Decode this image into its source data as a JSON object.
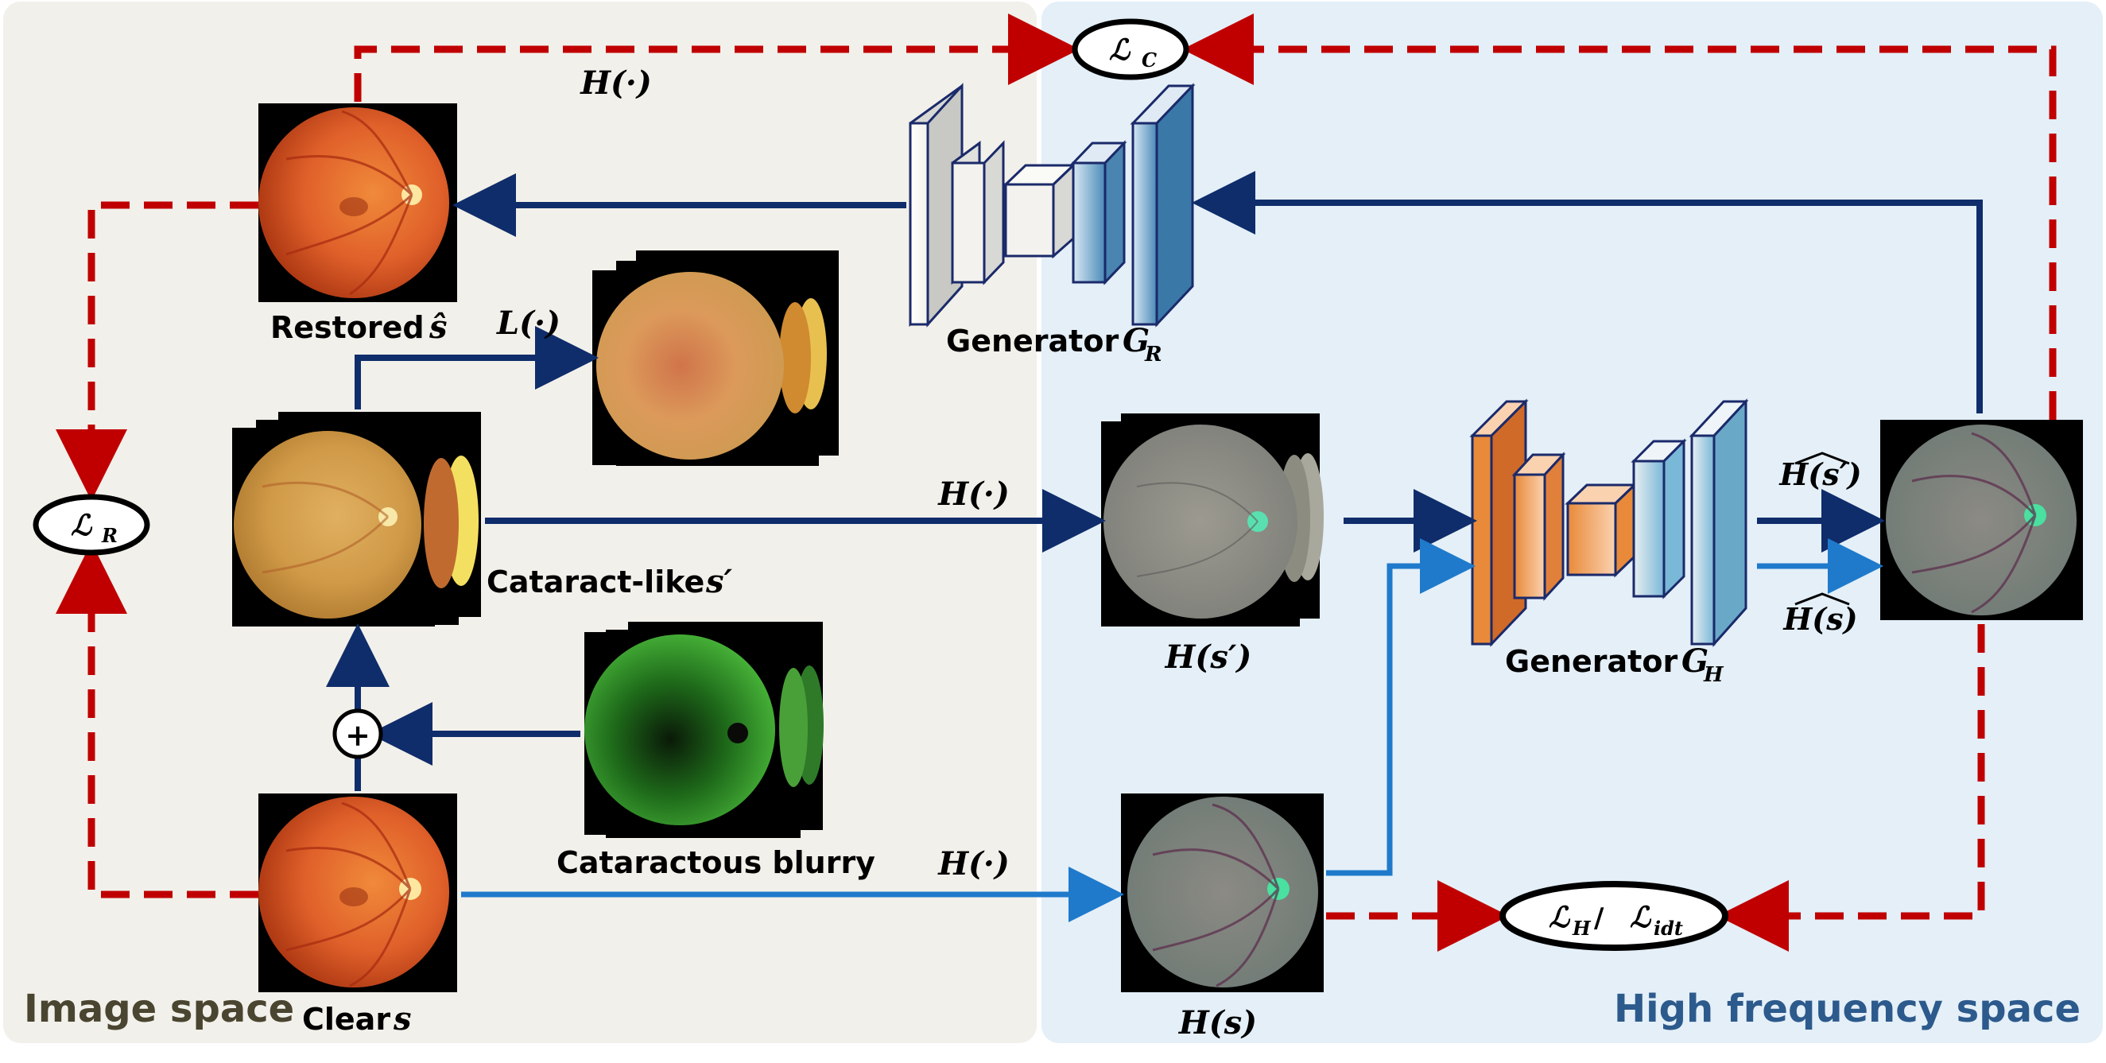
{
  "regions": {
    "image_space": "Image space",
    "high_freq_space": "High frequency space"
  },
  "labels": {
    "restored_word": "Restored",
    "restored_sym": "ŝ",
    "cataract_like_word": "Cataract-like",
    "cataract_like_sym": "s′",
    "clear_word": "Clear",
    "clear_sym": "s",
    "cataractous": "Cataractous blurry",
    "gen_r_word": "Generator",
    "gen_r_sym": "G",
    "gen_r_sub": "R",
    "gen_h_word": "Generator",
    "gen_h_sym": "G",
    "gen_h_sub": "H",
    "h_s_prime_below": "H(s′)",
    "h_s_below": "H(s)",
    "h_hat_s_prime": "H(s′)",
    "h_hat_s": "H(s)",
    "h_op_top": "H(·)",
    "h_op_mid": "H(·)",
    "h_op_bot": "H(·)",
    "l_op": "L(·)",
    "plus": "+"
  },
  "losses": {
    "lc": "ℒ",
    "lc_sub": "C",
    "lr": "ℒ",
    "lr_sub": "R",
    "lh": "ℒ",
    "lh_sub": "H",
    "slash": " / ",
    "lidt": "ℒ",
    "lidt_sub": "idt"
  },
  "colors": {
    "image_space_bg": "#f2f0ea",
    "high_freq_bg": "#e4eff8",
    "image_space_text": "#4a4530",
    "high_freq_text": "#2d5a8c",
    "dark_arrow": "#0f2d6b",
    "light_arrow": "#1f7acb",
    "loss_arrow": "#c00000"
  }
}
